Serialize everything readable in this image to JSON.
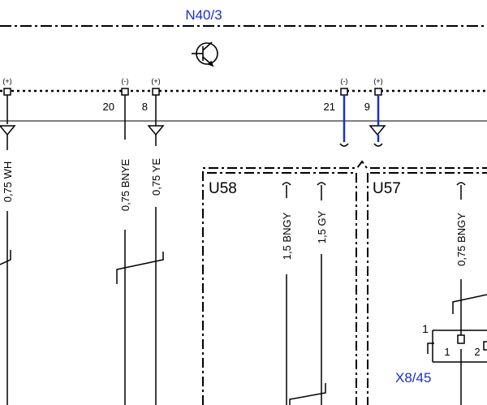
{
  "colors": {
    "wire": "#000000",
    "highlight_wire": "#1a2fd0",
    "component_label": "#1a2fd0"
  },
  "header": {
    "component": "N40/3"
  },
  "symbols": {
    "transistor": "transistor-icon",
    "ground": "ground-triangle-icon"
  },
  "pins": [
    {
      "polarity": "(+)",
      "number": ""
    },
    {
      "polarity": "(-)",
      "number": "20"
    },
    {
      "polarity": "(+)",
      "number": "8"
    },
    {
      "polarity": "(-)",
      "number": "21"
    },
    {
      "polarity": "(+)",
      "number": "9"
    }
  ],
  "wires": [
    {
      "label": "0,75 WH"
    },
    {
      "label": "0,75 BNYE"
    },
    {
      "label": "0,75 YE"
    },
    {
      "label": "1,5 BNGY"
    },
    {
      "label": "1,5 GY"
    },
    {
      "label": "0,75 BNGY"
    }
  ],
  "zones": {
    "left": "U58",
    "right": "U57"
  },
  "connector": {
    "name": "X8/45",
    "group_pin": "1",
    "pin_a": "1",
    "pin_b": "2"
  }
}
